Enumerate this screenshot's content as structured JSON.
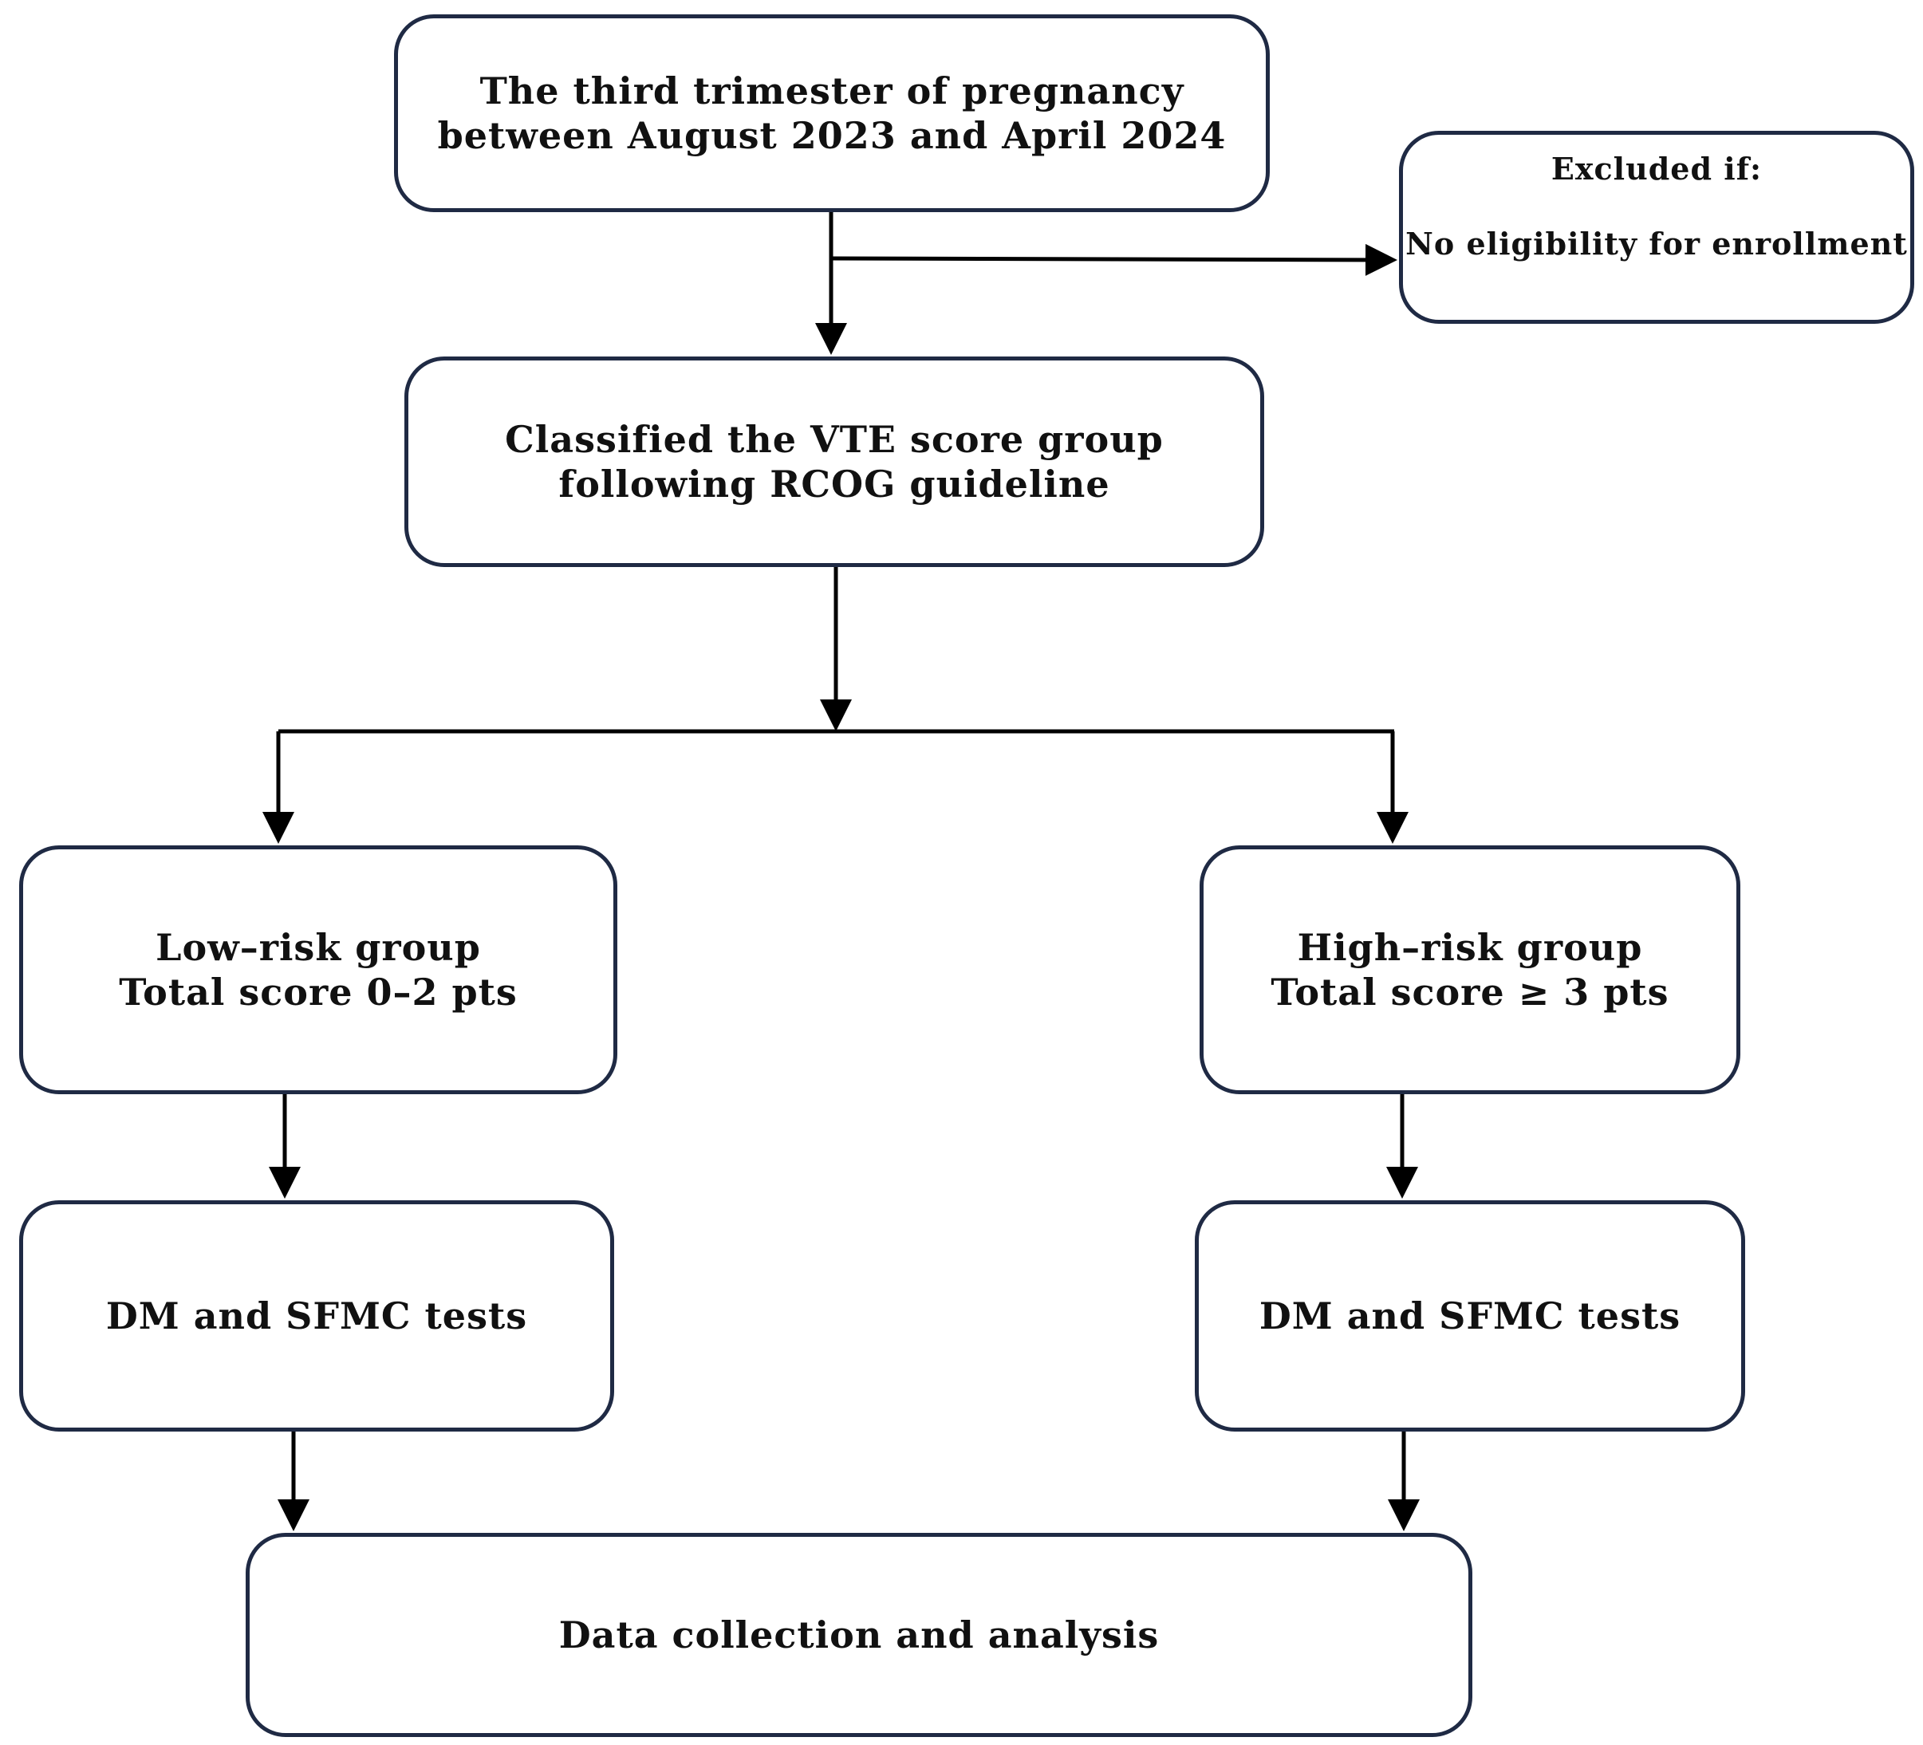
{
  "flowchart": {
    "start": {
      "line1": "The third trimester of pregnancy",
      "line2": "between August 2023 and April 2024"
    },
    "excluded": {
      "title": "Excluded if:",
      "reason": "No eligibility for enrollment"
    },
    "classify": {
      "line1": "Classified the VTE score group",
      "line2": "following RCOG guideline"
    },
    "low_risk": {
      "line1": "Low–risk group",
      "line2": "Total score 0–2 pts"
    },
    "high_risk": {
      "line1": "High–risk group",
      "line2": "Total score ≥ 3 pts"
    },
    "tests_low": {
      "label": "DM and SFMC tests"
    },
    "tests_high": {
      "label": "DM and SFMC tests"
    },
    "data": {
      "label": "Data collection and analysis"
    }
  },
  "colors": {
    "box_border": "#1f2a44",
    "arrow": "#000000",
    "text": "#111111",
    "background": "#ffffff"
  }
}
